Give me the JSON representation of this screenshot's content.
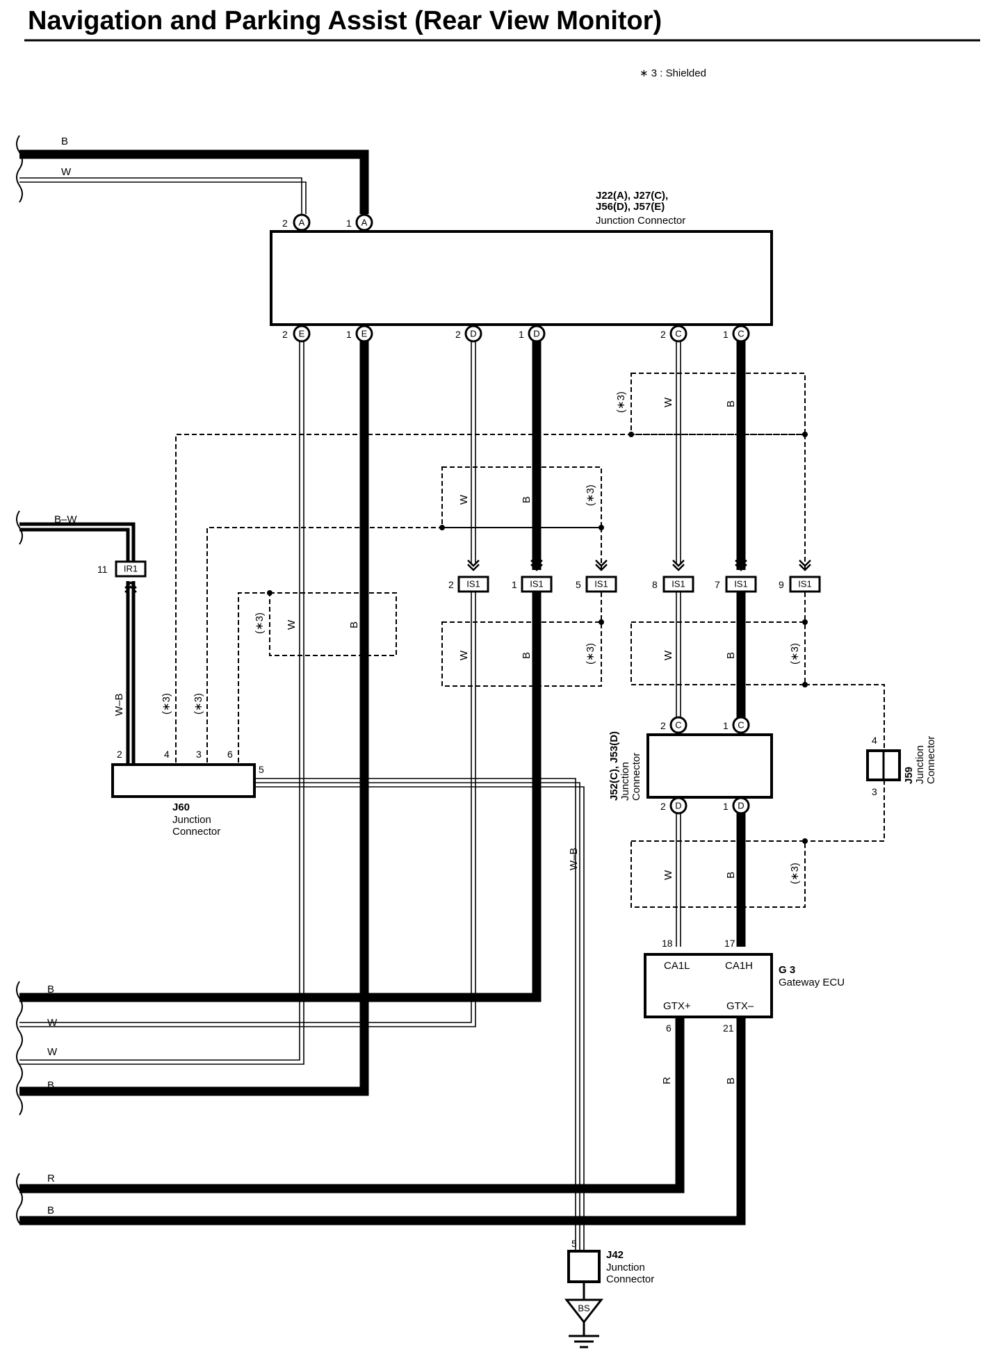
{
  "title": "Navigation and Parking Assist (Rear View Monitor)",
  "note": "∗ 3 : Shielded",
  "shield_tag": "(∗3)",
  "wire_colors": {
    "B": "B",
    "W": "W",
    "BW": "B–W",
    "WB": "W–B",
    "R": "R"
  },
  "junction_top": {
    "line1": "J22(A), J27(C),",
    "line2": "J56(D), J57(E)",
    "line3": "Junction Connector"
  },
  "junction_mid": {
    "line1": "J52(C), J53(D)",
    "line2": "Junction",
    "line3": "Connector"
  },
  "j59": {
    "id": "J59",
    "line2": "Junction",
    "line3": "Connector",
    "pin_top": "4",
    "pin_bottom": "3"
  },
  "j60": {
    "id": "J60",
    "line2": "Junction",
    "line3": "Connector"
  },
  "j42": {
    "id": "J42",
    "line2": "Junction",
    "line3": "Connector",
    "pin": "5"
  },
  "ground": {
    "label": "BS"
  },
  "ecu": {
    "id": "G 3",
    "name": "Gateway ECU",
    "pin_ca1l": "CA1L",
    "pin_ca1h": "CA1H",
    "pin_gtxp": "GTX+",
    "pin_gtxm": "GTX–",
    "num18": "18",
    "num17": "17",
    "num6": "6",
    "num21": "21"
  },
  "connectors": {
    "ir1": {
      "label": "IR1",
      "pin": "11"
    },
    "is1": {
      "label": "IS1",
      "pins": [
        "2",
        "1",
        "5",
        "8",
        "7",
        "9"
      ]
    }
  },
  "letters": {
    "A": "A",
    "C": "C",
    "D": "D",
    "E": "E"
  },
  "pins": {
    "p1": "1",
    "p2": "2",
    "p3": "3",
    "p4": "4",
    "p5": "5",
    "p6": "6"
  }
}
